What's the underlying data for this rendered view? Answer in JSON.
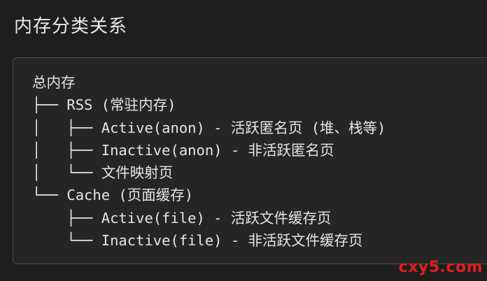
{
  "heading": "内存分类关系",
  "tree_lines": [
    "总内存",
    "├── RSS (常驻内存)",
    "│   ├── Active(anon) - 活跃匿名页 (堆、栈等)",
    "│   ├── Inactive(anon) - 非活跃匿名页",
    "│   └── 文件映射页",
    "└── Cache (页面缓存)",
    "    ├── Active(file) - 活跃文件缓存页",
    "    └── Inactive(file) - 非活跃文件缓存页"
  ],
  "watermark": "cxy5.com"
}
